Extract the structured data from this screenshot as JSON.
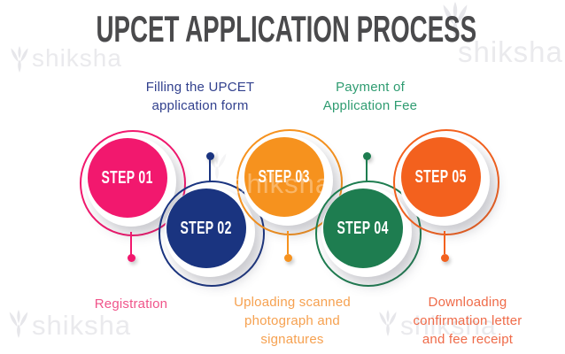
{
  "brand": {
    "name": "shiksha"
  },
  "title": "UPCET APPLICATION PROCESS",
  "title_color": "#4a4a4c",
  "steps": [
    {
      "label": "STEP 01",
      "circle_color": "#f2186e",
      "caption": "Registration",
      "caption_color": "#f0548a",
      "caption_position": "below"
    },
    {
      "label": "STEP 02",
      "circle_color": "#1a3480",
      "caption": "Filling the UPCET application form",
      "caption_color": "#32418e",
      "caption_position": "above"
    },
    {
      "label": "STEP 03",
      "circle_color": "#f6921e",
      "caption": "Uploading scanned photograph and signatures",
      "caption_color": "#f6a150",
      "caption_position": "below"
    },
    {
      "label": "STEP 04",
      "circle_color": "#1e7d50",
      "caption": "Payment of Application Fee",
      "caption_color": "#2f9c71",
      "caption_position": "above"
    },
    {
      "label": "STEP 05",
      "circle_color": "#f3611e",
      "caption": "Downloading confirmation letter and fee receipt",
      "caption_color": "#ef6b49",
      "caption_position": "below"
    }
  ]
}
